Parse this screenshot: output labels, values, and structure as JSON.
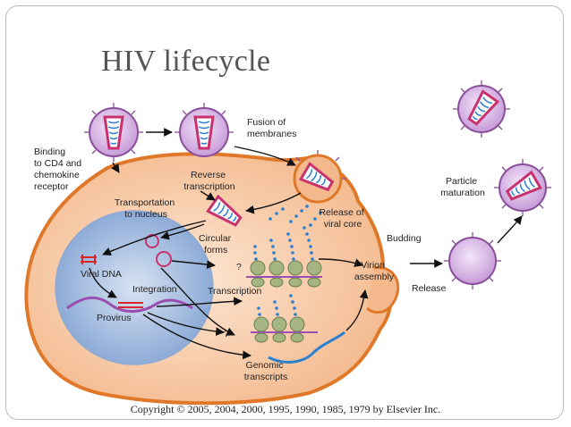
{
  "slide": {
    "title": "HIV lifecycle",
    "copyright": "Copyright © 2005, 2004, 2000, 1995, 1990, 1985, 1979 by Elsevier Inc."
  },
  "diagram": {
    "labels": {
      "binding": [
        "Binding",
        "to CD4 and",
        "chemokine",
        "receptor"
      ],
      "fusion": [
        "Fusion of",
        "membranes"
      ],
      "reverse_transcription": [
        "Reverse",
        "transcription"
      ],
      "transportation": [
        "Transportation",
        "to nucleus"
      ],
      "release_core": [
        "Release of",
        "viral core"
      ],
      "circular_forms": [
        "Circular",
        "forms"
      ],
      "viral_dna": "Viral DNA",
      "integration": "Integration",
      "provirus": "Provirus",
      "transcription": "Transcription",
      "unknown_1": "?",
      "unknown_2": "?",
      "genomic": [
        "Genomic",
        "transcripts"
      ],
      "virion_assembly": [
        "Virion",
        "assembly"
      ],
      "budding": "Budding",
      "release": "Release",
      "particle_maturation": [
        "Particle",
        "maturation"
      ]
    },
    "colors": {
      "cell_fill": "#f6c9a5",
      "cell_border": "#e0782a",
      "nucleus_fill": "#9fb8dc",
      "virus_fill": "#d8b8e6",
      "virus_outline": "#8a4f9a",
      "capsid": "#c8326e",
      "rna": "#2b7fd0",
      "ribosome": "#a4b582",
      "dna_red": "#d9262b",
      "provirus_purple": "#9a4fb0"
    },
    "icons": [
      "virion-icon",
      "viral-core-icon",
      "ribosome-icon",
      "arrow-icon"
    ]
  }
}
